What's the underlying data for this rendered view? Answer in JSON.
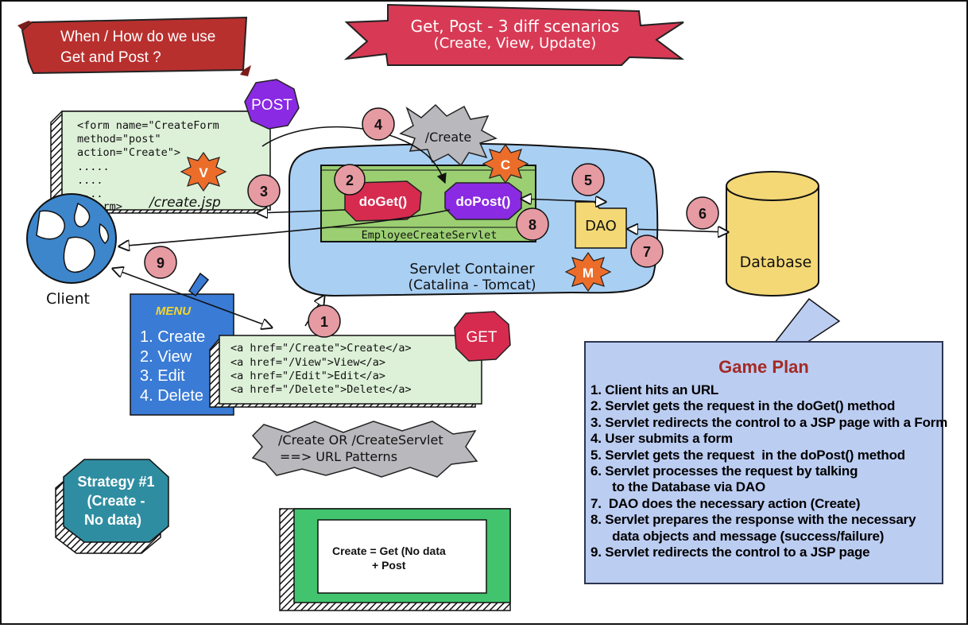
{
  "banners": {
    "left_line1": "When / How do we use",
    "left_line2": "Get and Post ?",
    "top_line1": "Get, Post  - 3 diff scenarios",
    "top_line2": "(Create, View, Update)"
  },
  "form_card": {
    "lines": [
      "<form name=\"CreateForm",
      "   method=\"post\"",
      "   action=\"Create\">",
      ".....",
      "....",
      "....",
      "</form>"
    ],
    "jsp_label": "/create.jsp"
  },
  "links_card": {
    "lines": [
      "<a href=\"/Create\">Create</a>",
      "<a href=\"/View\">View</a>",
      "<a href=\"/Edit\">Edit</a>",
      "<a href=\"/Delete\">Delete</a>"
    ]
  },
  "menu": {
    "title": "MENU",
    "items": [
      "1. Create",
      "2. View",
      "3. Edit",
      "4. Delete"
    ]
  },
  "badges": {
    "post": "POST",
    "get": "GET",
    "v": "V",
    "c": "C",
    "m": "M"
  },
  "steps": [
    "1",
    "2",
    "3",
    "4",
    "5",
    "6",
    "7",
    "8",
    "9"
  ],
  "container": {
    "label_line1": "Servlet Container",
    "label_line2": "(Catalina - Tomcat)",
    "servlet_name": "EmployeeCreateServlet",
    "doget": "doGet()",
    "dopost": "doPost()"
  },
  "url_star": "/Create",
  "dao": "DAO",
  "database": "Database",
  "client": "Client",
  "url_patterns": {
    "line1": "/Create OR /CreateServlet",
    "line2": "==> URL Patterns"
  },
  "strategy": {
    "line1": "Strategy #1",
    "line2": "(Create -",
    "line3": "No data)"
  },
  "create_box": {
    "line1": "Create = Get (No data",
    "line2": "+ Post"
  },
  "game_plan": {
    "title": "Game Plan",
    "items": [
      "1. Client hits an URL",
      "2. Servlet gets the request in the doGet() method",
      "3. Servlet redirects the control to a JSP page with a Form",
      "4. User submits a form",
      "5. Servlet gets the request  in the doPost() method",
      "6. Servlet processes the request by talking",
      "      to the Database via DAO",
      "7.  DAO does the necessary action (Create)",
      "8. Servlet prepares the response with the necessary",
      "      data objects and message (success/failure)",
      "9. Servlet redirects the control to a JSP page"
    ]
  },
  "colors": {
    "banner_red": "#b8302e",
    "banner_pink": "#d83a55",
    "container_blue": "#a9cff3",
    "servlet_green": "#9bcf72",
    "card_green": "#ddf1d8",
    "database_yellow": "#f4d875",
    "game_plan_blue": "#bccdf2",
    "step_pink": "#e69aa2",
    "octagon_red": "#d62b4f",
    "octagon_purple": "#8a2ae2",
    "star_orange": "#ec6d2a",
    "menu_blue": "#3a7bd5",
    "strategy_teal": "#2f8da1",
    "create_box_green": "#41c46d"
  }
}
